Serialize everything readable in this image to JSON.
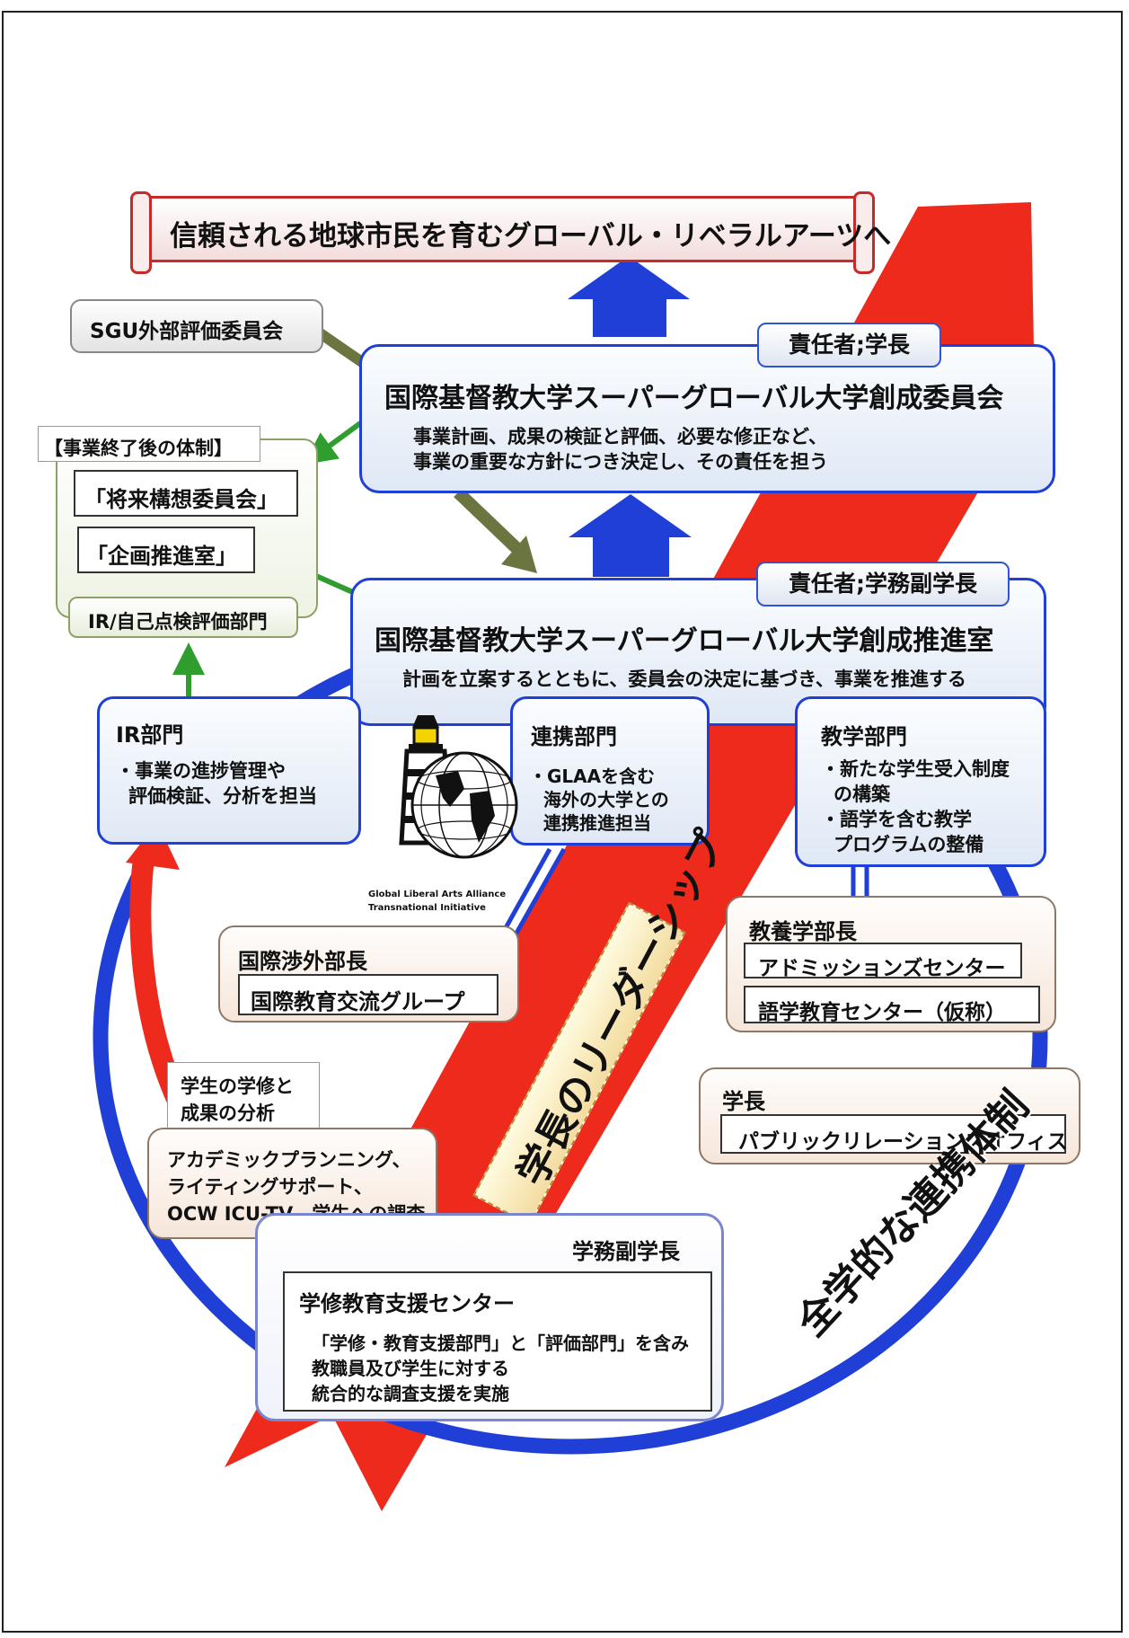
{
  "banner": {
    "text": "信頼される地球市民を育むグローバル・リベラルアーツへ"
  },
  "sgu_committee": {
    "label": "SGU外部評価委員会"
  },
  "post_project": {
    "header": "【事業終了後の体制】",
    "item1": "「将来構想委員会」",
    "item2": "「企画推進室」",
    "ir_self": "IR/自己点検評価部門"
  },
  "committee": {
    "responsible": "責任者;学長",
    "title": "国際基督教大学スーパーグローバル大学創成委員会",
    "desc1": "事業計画、成果の検証と評価、必要な修正など、",
    "desc2": "事業の重要な方針につき決定し、その責任を担う"
  },
  "office": {
    "responsible": "責任者;学務副学長",
    "title": "国際基督教大学スーパーグローバル大学創成推進室",
    "desc": "計画を立案するとともに、委員会の決定に基づき、事業を推進する"
  },
  "ir_dept": {
    "title": "IR部門",
    "line1": "・事業の進捗管理や",
    "line2": "評価検証、分析を担当"
  },
  "liaison_dept": {
    "title": "連携部門",
    "line1": "・GLAAを含む",
    "line2": "海外の大学との",
    "line3": "連携推進担当"
  },
  "teaching_dept": {
    "title": "教学部門",
    "line1": "・新たな学生受入制度",
    "line2": "の構築",
    "line3": "・語学を含む教学",
    "line4": "プログラムの整備"
  },
  "glaa": {
    "line1": "Global Liberal Arts Alliance",
    "line2": "Transnational Initiative"
  },
  "intl_dean": {
    "title": "国際渉外部長",
    "group": "国際教育交流グループ"
  },
  "liberal_dean": {
    "title": "教養学部長",
    "center1": "アドミッションズセンター",
    "center2": "語学教育センター（仮称）"
  },
  "president": {
    "title": "学長",
    "office": "パブリックリレーションズオフィス"
  },
  "student_analysis": {
    "line1": "学生の学修と",
    "line2": "成果の分析"
  },
  "academic_support": {
    "line1": "アカデミックプランニング、",
    "line2": "ライティングサポート、",
    "line3": "OCW ICU-TV、学生への調査"
  },
  "vice_president": {
    "title": "学務副学長",
    "center": "学修教育支援センター",
    "line1": "「学修・教育支援部門」と「評価部門」を含み",
    "line2": "教職員及び学生に対する",
    "line3": "統合的な調査支援を実施"
  },
  "leadership": {
    "text": "学長のリーダーシップ"
  },
  "collaboration": {
    "text": "全学的な連携体制"
  },
  "colors": {
    "primary_blue": "#1f3fd6",
    "red": "#ee2a1d",
    "green": "#2f9e2f",
    "olive": "#6b7540"
  }
}
